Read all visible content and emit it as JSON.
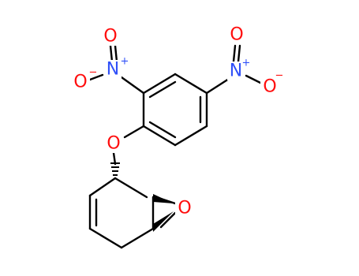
{
  "colors": {
    "bond": "#000000",
    "oxygen": "#ff0d0d",
    "nitrogen": "#3050f8",
    "background": "#ffffff"
  },
  "atoms": {
    "n_left": {
      "symbol": "N",
      "charge": "+"
    },
    "o_left_top": {
      "symbol": "O"
    },
    "o_left_minus": {
      "symbol": "O",
      "charge": "−"
    },
    "n_right": {
      "symbol": "N",
      "charge": "+"
    },
    "o_right_top": {
      "symbol": "O"
    },
    "o_right_minus": {
      "symbol": "O",
      "charge": "−"
    },
    "o_ether": {
      "symbol": "O"
    },
    "o_epoxide": {
      "symbol": "O"
    }
  }
}
